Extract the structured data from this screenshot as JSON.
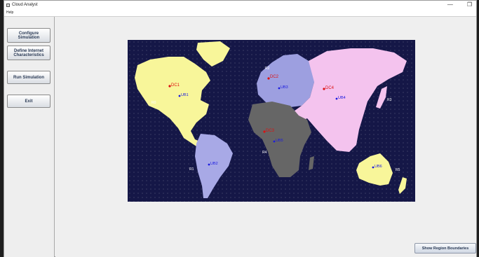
{
  "window": {
    "title": "Cloud Analyst",
    "minimize_glyph": "—",
    "maximize_glyph": "❐"
  },
  "menubar": {
    "items": [
      "Help"
    ]
  },
  "sidebar": {
    "buttons": [
      {
        "line1": "Configure",
        "line2": "Simulation"
      },
      {
        "line1": "Define Internet",
        "line2": "Characteristics"
      },
      {
        "line1": "Run Simulation",
        "line2": ""
      },
      {
        "line1": "Exit",
        "line2": ""
      }
    ]
  },
  "map": {
    "regions": [
      "R0",
      "R1",
      "R2",
      "R3",
      "R4",
      "R5"
    ],
    "datacenters": [
      "DC1",
      "DC2",
      "DC3",
      "DC4"
    ],
    "userbases": [
      "UB1",
      "UB2",
      "UB3",
      "UB4",
      "UB5",
      "UB6"
    ]
  },
  "colors": {
    "north_america": "#f8f69a",
    "south_america": "#a8a9e6",
    "europe": "#9d9fe0",
    "africa": "#666666",
    "asia": "#f4c3ee",
    "australia": "#f8f69a",
    "datacenter_marker": "#dd1111",
    "userbase_marker": "#1a1ae0",
    "ocean": "#151747"
  },
  "bottom": {
    "show_regions_label": "Show Region Boundaries"
  }
}
